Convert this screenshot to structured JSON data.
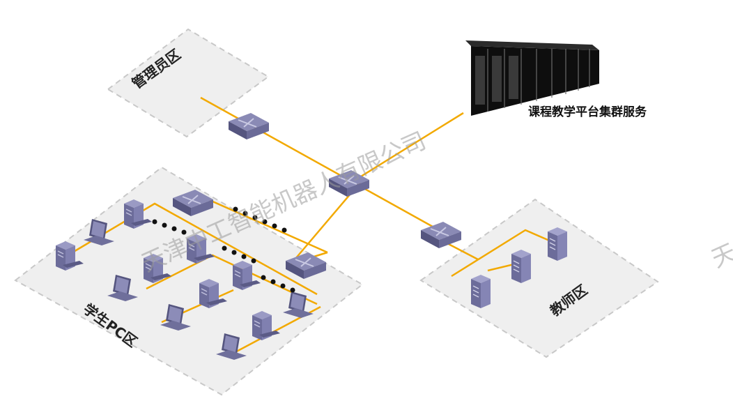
{
  "zones": {
    "admin": "管理员区",
    "student": "学生PC区",
    "teacher": "教师区"
  },
  "server": {
    "label": "课程教学平台集群服务"
  },
  "watermark": {
    "main": "天津中工智能机器人有限公司",
    "edge": "天"
  },
  "colors": {
    "link": "#f2a900",
    "zone_fill": "#efefef",
    "zone_border": "#c8c8c8",
    "device": "#6f6f9b",
    "device_dark": "#4b4b73"
  }
}
